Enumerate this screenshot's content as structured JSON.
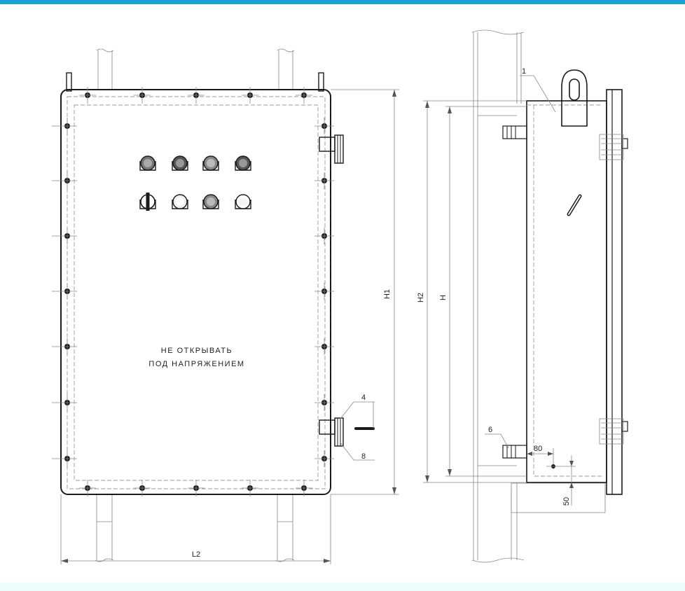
{
  "panel_label": {
    "line1": "НЕ ОТКРЫВАТЬ",
    "line2": "ПОД НАПРЯЖЕНИЕМ"
  },
  "dimensions": {
    "h1": "H1",
    "h2": "H2",
    "h": "H",
    "l2": "L2",
    "offset_80": "80",
    "offset_50": "50"
  },
  "callouts": {
    "c1": "1",
    "c4": "4",
    "c6": "6",
    "c8": "8"
  },
  "colors": {
    "accent_bar": "#1ba1d6",
    "footer_tint": "#eafcfb",
    "line": "#1a1a1a"
  }
}
